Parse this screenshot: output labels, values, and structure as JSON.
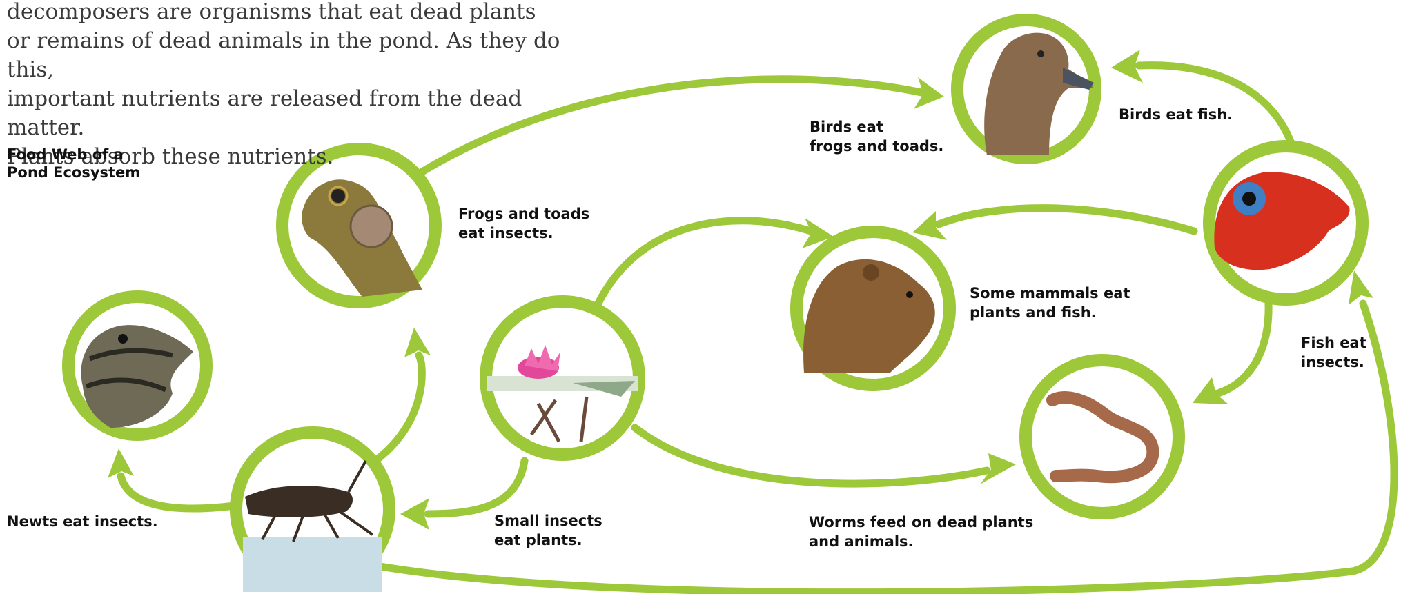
{
  "intro_lines": [
    "decomposers are organisms that eat dead plants",
    "or remains of dead animals in the pond. As they do this,",
    "important nutrients are released from the dead matter.",
    "Plants absorb these nutrients."
  ],
  "title_lines": [
    "Food Web of a",
    "Pond Ecosystem"
  ],
  "organisms": {
    "bird": "duck-bird-icon",
    "frog": "frog-icon",
    "newt": "newt-icon",
    "insect": "water-insect-icon",
    "plant": "water-lily-icon",
    "mammal": "beaver-mammal-icon",
    "fish": "fish-icon",
    "worm": "worm-icon"
  },
  "labels": {
    "birds_eat_frogs": [
      "Birds eat",
      "frogs and toads."
    ],
    "birds_eat_fish": [
      "Birds eat fish."
    ],
    "frogs_eat_insects": [
      "Frogs and toads",
      "eat insects."
    ],
    "mammals_eat": [
      "Some mammals eat",
      "plants and fish."
    ],
    "fish_eat_insects": [
      "Fish eat",
      "insects."
    ],
    "newts_eat_insects": [
      "Newts eat insects."
    ],
    "small_insects_eat_plants": [
      "Small insects",
      "eat plants."
    ],
    "worms_feed": [
      "Worms feed on dead plants",
      "and animals."
    ]
  },
  "colors": {
    "ring": "#9dc83a",
    "text": "#111111"
  }
}
